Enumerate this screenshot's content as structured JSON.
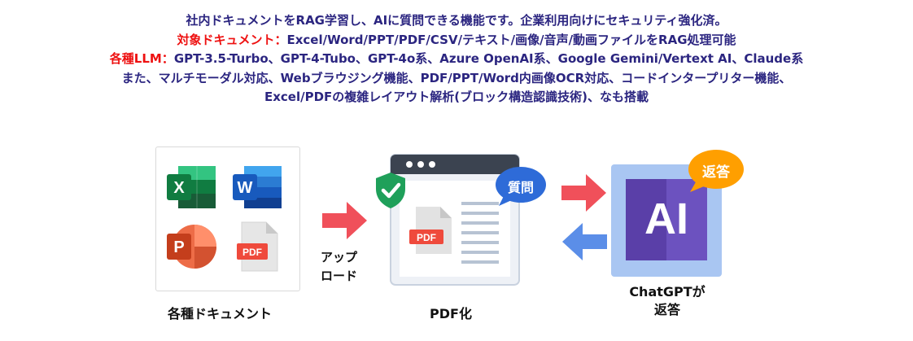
{
  "header": {
    "line1": "社内ドキュメントをRAG学習し、AIに質問できる機能です。企業利用向けにセキュリティ強化済。",
    "line2_label": "対象ドキュメント：",
    "line2_text": "Excel/Word/PPT/PDF/CSV/テキスト/画像/音声/動画ファイルをRAG処理可能",
    "line3_label": "各種LLM：",
    "line3_text": "GPT-3.5-Turbo、GPT-4-Tubo、GPT-4o系、Azure OpenAI系、Google Gemini/Vertext AI、Claude系",
    "line4": "また、マルチモーダル対応、Webブラウジング機能、PDF/PPT/Word内画像OCR対応、コードインタープリター機能、",
    "line5": "Excel/PDFの複雑レイアウト解析(ブロック構造認識技術)、なも搭載"
  },
  "documents": {
    "caption": "各種ドキュメント",
    "excel_letter": "X",
    "word_letter": "W",
    "ppt_letter": "P",
    "pdf_label": "PDF"
  },
  "upload": {
    "line1": "アップ",
    "line2": "ロード"
  },
  "pdf_step": {
    "caption": "PDF化",
    "pdf_label": "PDF",
    "bubble": "質問"
  },
  "ai_step": {
    "ai_label": "AI",
    "bubble": "返答",
    "caption_line1": "ChatGPTが",
    "caption_line2": "返答"
  },
  "colors": {
    "header_text": "#2b2580",
    "highlight": "#ee1111",
    "arrow_red": "#f0505a",
    "arrow_blue": "#5b8ee8",
    "bubble_blue": "#2e6bd8",
    "bubble_orange": "#ff9f00",
    "ai_purple": "#5a3fa8"
  }
}
